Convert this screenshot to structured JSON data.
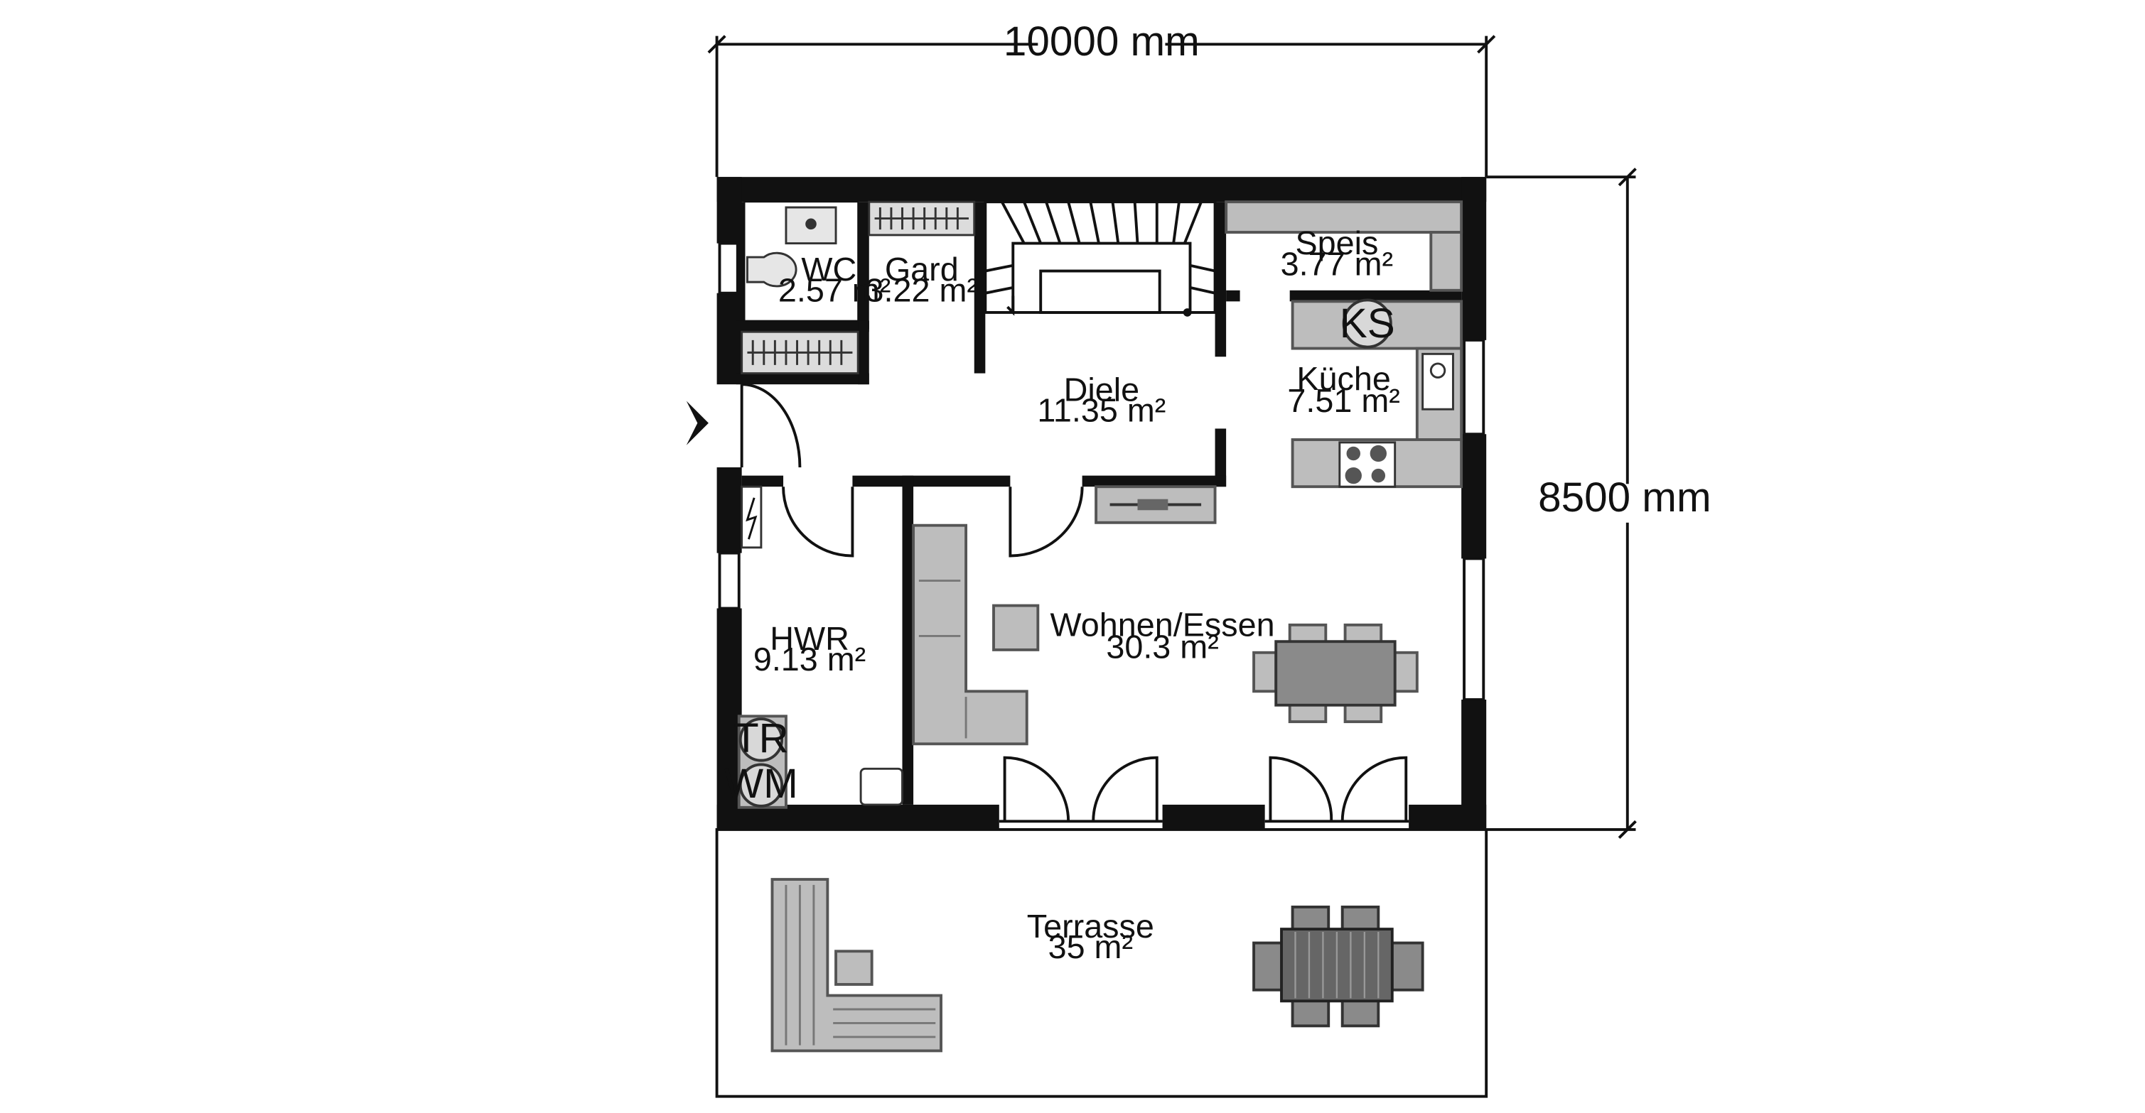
{
  "dimensions": {
    "width": "10000 mm",
    "height": "8500 mm"
  },
  "rooms": {
    "wc": {
      "name": "WC",
      "area": "2.57 m²"
    },
    "gard": {
      "name": "Gard",
      "area": "3.22 m²"
    },
    "speis": {
      "name": "Speis",
      "area": "3.77 m²"
    },
    "kueche": {
      "name": "Küche",
      "area": "7.51 m²"
    },
    "diele": {
      "name": "Diele",
      "area": "11.35 m²"
    },
    "hwr": {
      "name": "HWR",
      "area": "9.13 m²"
    },
    "wohnen": {
      "name": "Wohnen/Essen",
      "area": "30.3 m²"
    },
    "terrasse": {
      "name": "Terrasse",
      "area": "35 m²"
    }
  },
  "appliances": {
    "fridge": "KS",
    "dryer": "TR",
    "washer": "WM"
  },
  "colors": {
    "wall": "#111111",
    "furniture": "#bdbdbd",
    "furniture_dark": "#8a8a8a",
    "background": "#ffffff"
  }
}
